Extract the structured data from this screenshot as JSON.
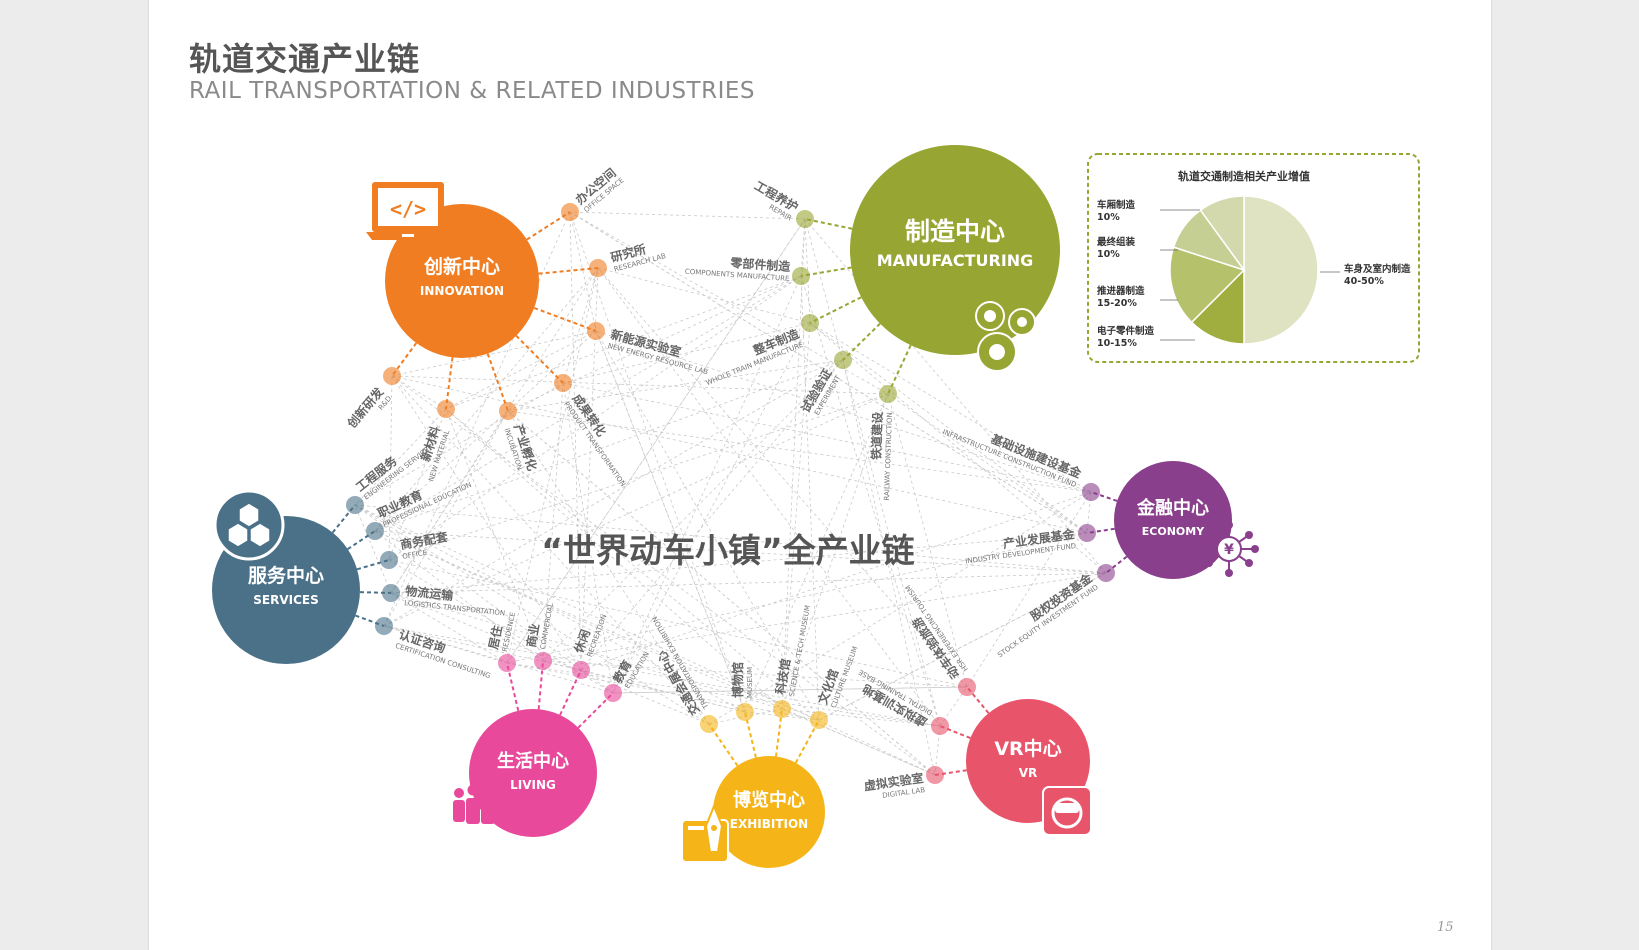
{
  "title_cn": "轨道交通产业链",
  "title_en": "RAIL TRANSPORTATION & RELATED INDUSTRIES",
  "center_title": "“世界动车小镇”全产业链",
  "page_number": "15",
  "hubs": [
    {
      "id": "innovation",
      "cn": "创新中心",
      "en": "INNOVATION",
      "color": "#f07d22",
      "nodes": [
        {
          "cn": "办公空间",
          "en": "OFFICE SPACE"
        },
        {
          "cn": "研究所",
          "en": "RESEARCH LAB"
        },
        {
          "cn": "新能源实验室",
          "en": "NEW ENERGY RESOURCE LAB"
        },
        {
          "cn": "成果转化",
          "en": "PRODUCT TRANSFORMATION"
        },
        {
          "cn": "产业孵化",
          "en": "INCUBATION"
        },
        {
          "cn": "新材料",
          "en": "NEW MATERIAL"
        },
        {
          "cn": "创新研发",
          "en": "R&D"
        }
      ]
    },
    {
      "id": "manufacturing",
      "cn": "制造中心",
      "en": "MANUFACTURING",
      "color": "#97a532",
      "nodes": [
        {
          "cn": "工程养护",
          "en": "REPAIR"
        },
        {
          "cn": "零部件制造",
          "en": "COMPONENTS MANUFACTURE"
        },
        {
          "cn": "整车制造",
          "en": "WHOLE TRAIN MANUFACTURE"
        },
        {
          "cn": "试验验证",
          "en": "EXPERIMENT"
        },
        {
          "cn": "铁道建设",
          "en": "RAILWAY CONSTRUCTION"
        }
      ]
    },
    {
      "id": "economy",
      "cn": "金融中心",
      "en": "ECONOMY",
      "color": "#8a3f8c",
      "nodes": [
        {
          "cn": "基础设施建设基金",
          "en": "INFRASTRUCTURE CONSTRUCTION FUND"
        },
        {
          "cn": "产业发展基金",
          "en": "INDUSTRY DEVELOPMENT FUND"
        },
        {
          "cn": "股权投资基金",
          "en": "STOCK EQUITY INVESTMENT FUND"
        }
      ]
    },
    {
      "id": "services",
      "cn": "服务中心",
      "en": "SERVICES",
      "color": "#4b7189",
      "nodes": [
        {
          "cn": "工程服务",
          "en": "ENGINEERING SERVICE"
        },
        {
          "cn": "职业教育",
          "en": "PROFESSIONAL EDUCATION"
        },
        {
          "cn": "商务配套",
          "en": "OFFICE"
        },
        {
          "cn": "物流运输",
          "en": "LOGISTICS TRANSPORTATION"
        },
        {
          "cn": "认证咨询",
          "en": "CERTIFICATION CONSULTING"
        }
      ]
    },
    {
      "id": "living",
      "cn": "生活中心",
      "en": "LIVING",
      "color": "#e8499a",
      "nodes": [
        {
          "cn": "居住",
          "en": "RESIDENCE"
        },
        {
          "cn": "商业",
          "en": "COMMERCIAL"
        },
        {
          "cn": "休闲",
          "en": "RECREATION"
        },
        {
          "cn": "教育",
          "en": "EDUCATION"
        }
      ]
    },
    {
      "id": "exhibition",
      "cn": "博览中心",
      "en": "EXHIBITION",
      "color": "#f5b417",
      "nodes": [
        {
          "cn": "交通会展中心",
          "en": "TRANSPORTATION EXHIBITION"
        },
        {
          "cn": "博物馆",
          "en": "MUSEUM"
        },
        {
          "cn": "科技馆",
          "en": "SCIENCE & TECH MUSEUM"
        },
        {
          "cn": "文化馆",
          "en": "CULTURE MUSEUM"
        }
      ]
    },
    {
      "id": "vr",
      "cn": "VR中心",
      "en": "VR",
      "color": "#e8546a",
      "nodes": [
        {
          "cn": "动车体验旅游",
          "en": "HSR EXPERIENCING TOURISM"
        },
        {
          "cn": "虚拟实训基地",
          "en": "DIGITAL TRAINING BASE"
        },
        {
          "cn": "虚拟实验室",
          "en": "DIGITAL LAB"
        }
      ]
    }
  ],
  "pie": {
    "title": "轨道交通制造相关产业增值",
    "slices": [
      {
        "label": "车身及室内制造",
        "range": "40-50%",
        "share": 0.5,
        "color": "#dfe3c2"
      },
      {
        "label": "电子零件制造",
        "range": "10-15%",
        "share": 0.125,
        "color": "#9fae3e"
      },
      {
        "label": "推进器制造",
        "range": "15-20%",
        "share": 0.175,
        "color": "#b5c26b"
      },
      {
        "label": "最终组装",
        "range": "10%",
        "share": 0.1,
        "color": "#c6cf93"
      },
      {
        "label": "车厢制造",
        "range": "10%",
        "share": 0.1,
        "color": "#d3d9ad"
      }
    ]
  }
}
